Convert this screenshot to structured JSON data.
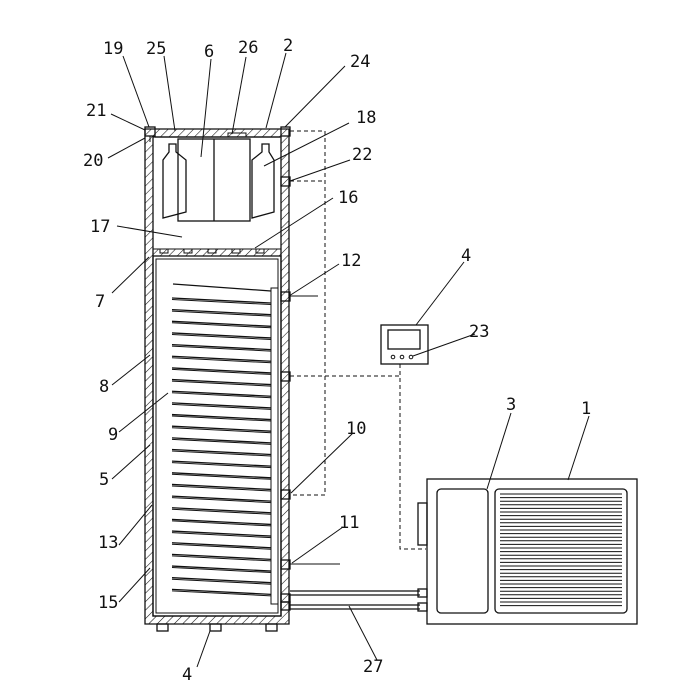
{
  "labels": {
    "l19": "19",
    "l25": "25",
    "l6": "6",
    "l26": "26",
    "l2": "2",
    "l24": "24",
    "l18": "18",
    "l21": "21",
    "l22": "22",
    "l20": "20",
    "l16": "16",
    "l17": "17",
    "l12": "12",
    "l4top": "4",
    "l7": "7",
    "l23": "23",
    "l8": "8",
    "l3": "3",
    "l1": "1",
    "l9": "9",
    "l10": "10",
    "l5": "5",
    "l13": "13",
    "l11": "11",
    "l15": "15",
    "l27": "27",
    "l4bottom": "4"
  },
  "coil_turns": 26
}
